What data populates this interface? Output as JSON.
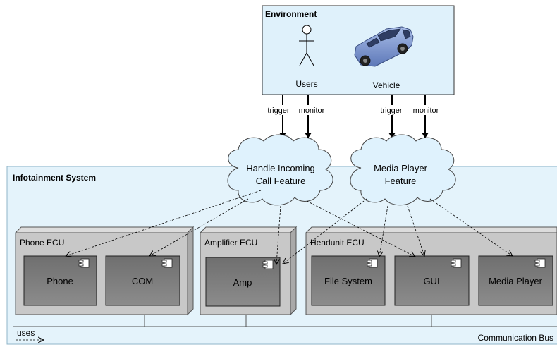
{
  "environment": {
    "title": "Environment",
    "users_label": "Users",
    "vehicle_label": "Vehicle"
  },
  "arrows": {
    "users_trigger": "trigger",
    "users_monitor": "monitor",
    "vehicle_trigger": "trigger",
    "vehicle_monitor": "monitor"
  },
  "features": {
    "call": {
      "line1": "Handle Incoming",
      "line2": "Call Feature"
    },
    "media": {
      "line1": "Media Player",
      "line2": "Feature"
    }
  },
  "system": {
    "title": "Infotainment System"
  },
  "ecus": {
    "phone": {
      "title": "Phone ECU",
      "components": [
        "Phone",
        "COM"
      ]
    },
    "amplifier": {
      "title": "Amplifier ECU",
      "components": [
        "Amp"
      ]
    },
    "headunit": {
      "title": "Headunit ECU",
      "components": [
        "File System",
        "GUI",
        "Media Player"
      ]
    }
  },
  "bus": {
    "label": "Communication Bus"
  },
  "legend": {
    "uses_label": "uses"
  },
  "colors": {
    "environment_fill": "#dff1fb",
    "system_fill": "#e4f3fb",
    "cloud_fill": "#dff2fd",
    "ecu_front": "#c8c8c8",
    "ecu_side": "#a9a9a9",
    "ecu_top": "#dcdcdc",
    "component_fill": "#7a7a7a",
    "car_body": "#7f98d3"
  }
}
